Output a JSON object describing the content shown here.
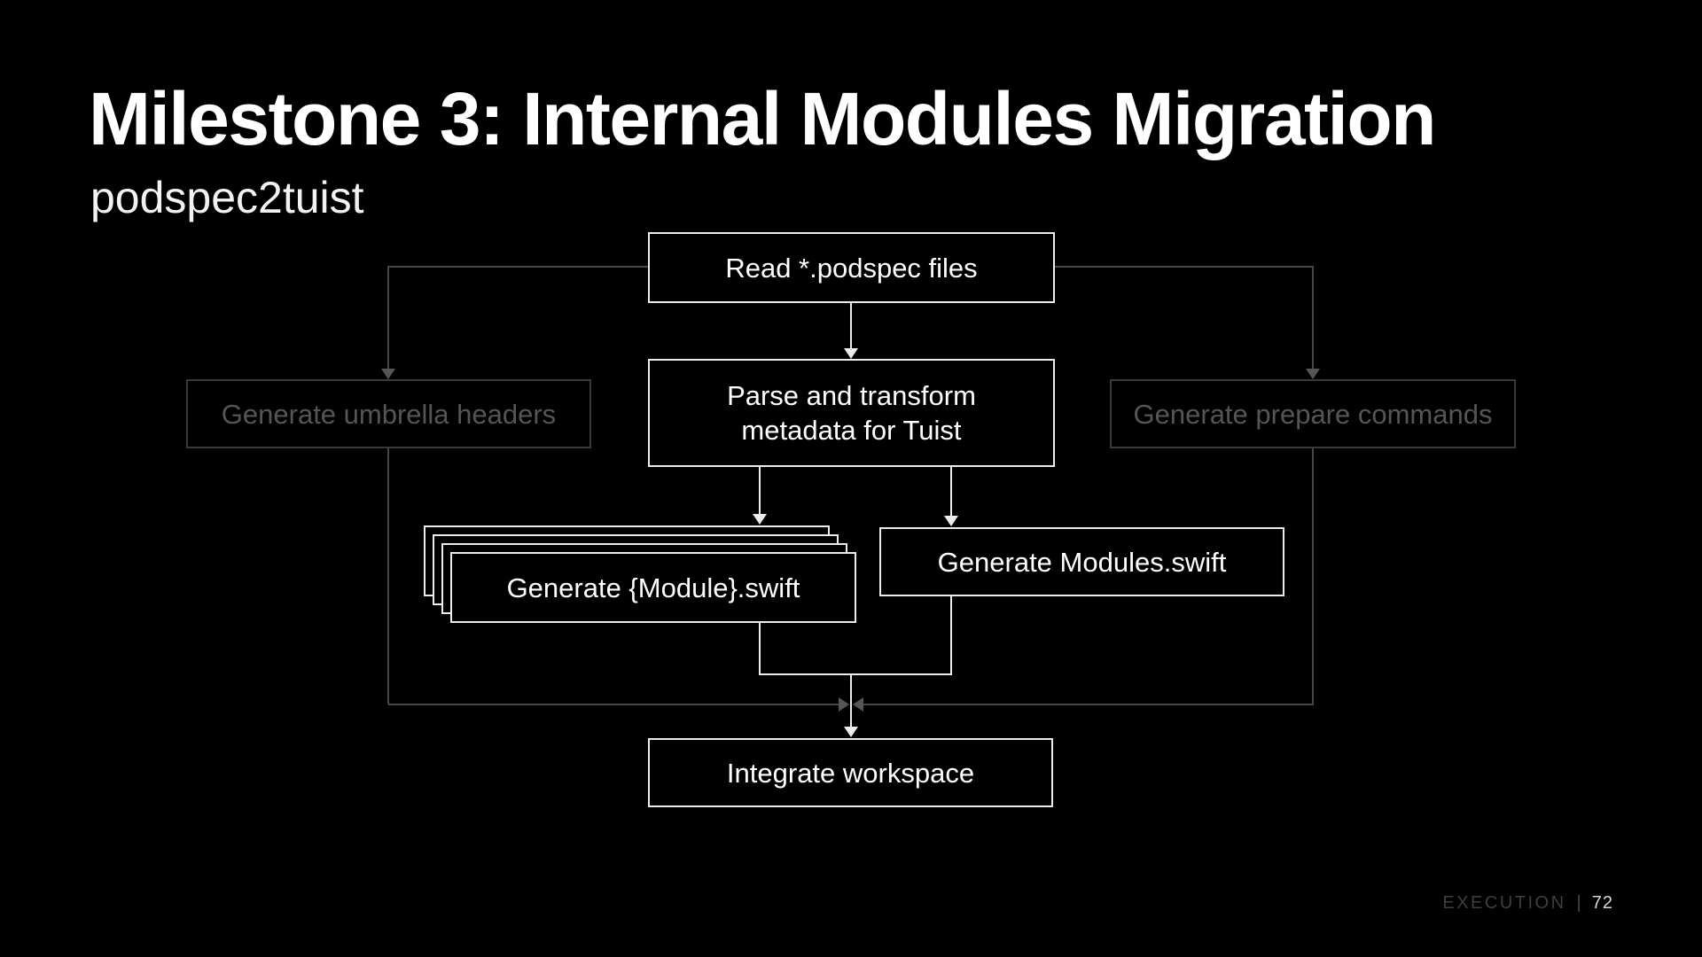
{
  "slide": {
    "title": "Milestone 3: Internal Modules Migration",
    "subtitle": "podspec2tuist",
    "footer": {
      "section": "EXECUTION",
      "separator": "|",
      "page_number": "72"
    }
  },
  "diagram": {
    "nodes": {
      "read": {
        "label": "Read *.podspec files",
        "state": "active"
      },
      "parse": {
        "label": "Parse and transform\nmetadata for Tuist",
        "state": "active"
      },
      "umbrella": {
        "label": "Generate umbrella headers",
        "state": "dimmed"
      },
      "prepare": {
        "label": "Generate prepare commands",
        "state": "dimmed"
      },
      "module_swift": {
        "label": "Generate {Module}.swift",
        "state": "active",
        "stacked": true,
        "stack_count": 4
      },
      "modules_swift": {
        "label": "Generate Modules.swift",
        "state": "active"
      },
      "integrate": {
        "label": "Integrate workspace",
        "state": "active"
      }
    },
    "edges": [
      {
        "from": "read",
        "to": "parse",
        "style": "active"
      },
      {
        "from": "read",
        "to": "umbrella",
        "style": "dimmed"
      },
      {
        "from": "read",
        "to": "prepare",
        "style": "dimmed"
      },
      {
        "from": "parse",
        "to": "module_swift",
        "style": "active"
      },
      {
        "from": "parse",
        "to": "modules_swift",
        "style": "active"
      },
      {
        "from": "module_swift",
        "to": "integrate",
        "style": "active"
      },
      {
        "from": "modules_swift",
        "to": "integrate",
        "style": "active"
      },
      {
        "from": "umbrella",
        "to": "integrate",
        "style": "dimmed"
      },
      {
        "from": "prepare",
        "to": "integrate",
        "style": "dimmed"
      }
    ]
  },
  "colors": {
    "background": "#000000",
    "title_text": "#ffffff",
    "subtitle_text": "#f2f2f2",
    "node_border_active": "#ececec",
    "node_text_active": "#ffffff",
    "node_border_dimmed": "#3a3a3a",
    "node_text_dimmed": "#555555",
    "edge_active": "#ececec",
    "edge_dimmed": "#474747",
    "footer_section_text": "#3e3e3e",
    "footer_page_text": "#d9d9d9"
  }
}
